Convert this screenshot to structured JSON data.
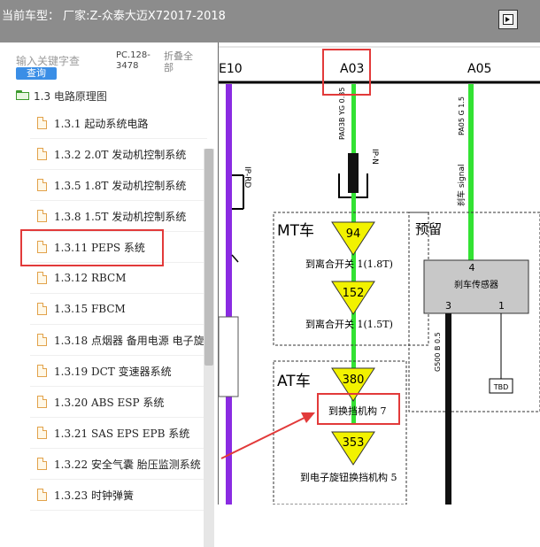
{
  "header": {
    "title": "当前车型：  厂家:Z-众泰大迈X72017-2018",
    "dot": ".",
    "toggle_icon": "panel-toggle-icon"
  },
  "sidebar": {
    "search_placeholder": "输入关键字查",
    "search_button": "查询",
    "doc_code": "PC.128-3478",
    "collapse_all": "折叠全部",
    "root_label": "1.3 电路原理图",
    "items": [
      "1.3.1 起动系统电路",
      "1.3.2 2.0T 发动机控制系统",
      "1.3.5 1.8T 发动机控制系统",
      "1.3.8 1.5T 发动机控制系统",
      "1.3.11 PEPS 系统",
      "1.3.12 RBCM",
      "1.3.15 FBCM",
      "1.3.18 点烟器 备用电源 电子旋",
      "1.3.19 DCT 变速器系统",
      "1.3.20 ABS ESP 系统",
      "1.3.21 SAS EPS EPB 系统",
      "1.3.22 安全气囊 胎压监测系统",
      "1.3.23 时钟弹簧"
    ]
  },
  "diagram": {
    "col_left": "E10",
    "col_a03": "A03",
    "col_a05": "A05",
    "wire_a03": "PA03B YG 0.35",
    "wire_a05": "PA05 G 1.5",
    "connector_a": "IP-RD",
    "connector_b": "IP-N",
    "mt_label": "MT车",
    "reserved_label": "预留",
    "at_label": "AT车",
    "node_94": "94",
    "node_152": "152",
    "node_380": "380",
    "node_353": "353",
    "label_94": "到离合开关 1(1.8T)",
    "label_152": "到离合开关 1(1.5T)",
    "label_380": "到换挡机构 7",
    "label_353": "到电子旋钮换挡机构 5",
    "sensor_label": "刹车传感器",
    "sensor_pin_top": "4",
    "sensor_pin_3": "3",
    "sensor_pin_1": "1",
    "signal_label": "刹车 signal",
    "ground_wire": "G500 B 0.5",
    "tbd": "TBD",
    "colors": {
      "purple_wire": "#8a2be2",
      "green_wire": "#33e233",
      "yellow_triangle": "#f2f200",
      "highlight": "#e23a3a"
    }
  }
}
